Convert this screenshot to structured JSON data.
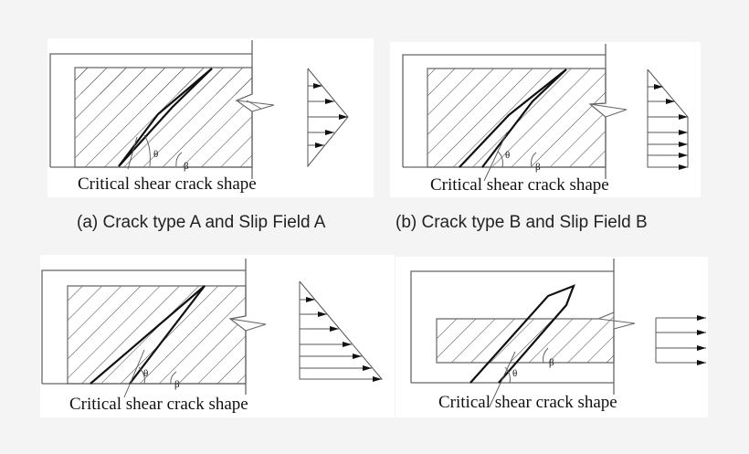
{
  "figure": {
    "panels": [
      {
        "id": "a",
        "crack_label": "Critical shear crack shape",
        "theta": "θ",
        "beta": "β",
        "crack_type": "A",
        "slip_field": "A",
        "slip_profile": "symmetric-triangle"
      },
      {
        "id": "b",
        "crack_label": "Critical shear crack shape",
        "theta": "θ",
        "beta": "β",
        "crack_type": "B",
        "slip_field": "B",
        "slip_profile": "triangle-top-uniform-bottom"
      },
      {
        "id": "c",
        "crack_label": "Critical shear crack shape",
        "theta": "θ",
        "beta": "β",
        "slip_profile": "linear-increasing-triangle"
      },
      {
        "id": "d",
        "crack_label": "Critical shear crack shape",
        "theta": "θ",
        "beta": "β",
        "slip_profile": "uniform"
      }
    ],
    "captions": {
      "a": "(a) Crack type A and Slip Field A",
      "b": "(b) Crack type B and Slip Field B"
    }
  },
  "colors": {
    "background": "#f4f4f4",
    "panel": "#ffffff",
    "line": "#555555",
    "crack": "#111111"
  }
}
